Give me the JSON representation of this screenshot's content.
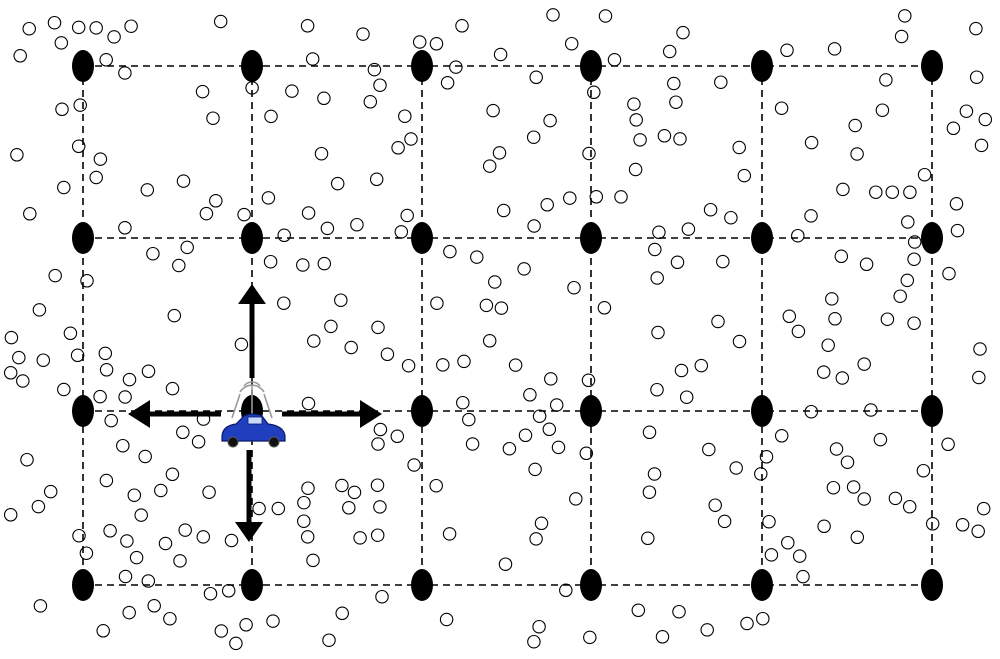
{
  "diagram": {
    "grid": {
      "columns": 6,
      "rows": 4,
      "node_color": "#000000",
      "line_style": "dashed"
    },
    "sensors": {
      "count": 320,
      "style": "hollow-circle"
    },
    "vehicle": {
      "icon": "blue-car-icon",
      "color": "#1f3fbf",
      "has_antenna": true
    },
    "movement_arrows": {
      "directions": [
        "up",
        "down",
        "left",
        "right"
      ],
      "color": "#000000"
    }
  }
}
